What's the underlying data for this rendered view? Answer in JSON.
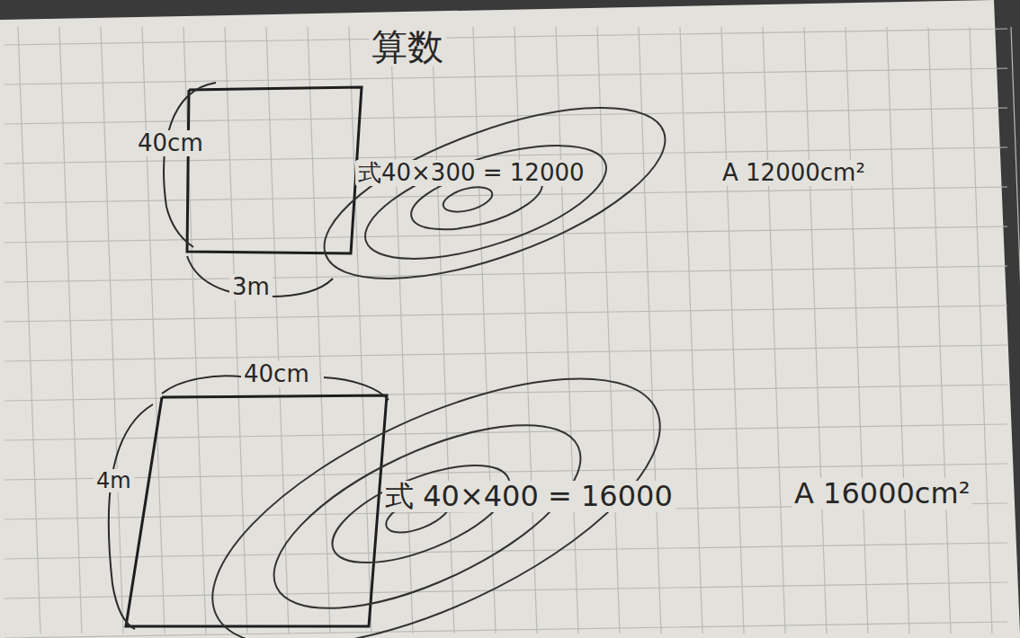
{
  "diagram": {
    "title": "算数",
    "labels": [
      "40cm",
      "3m",
      "式40×300 = 12000",
      "A 12000cm²",
      "40cm",
      "4m",
      "式 40×400 = 16000",
      "A 16000cm²"
    ]
  }
}
